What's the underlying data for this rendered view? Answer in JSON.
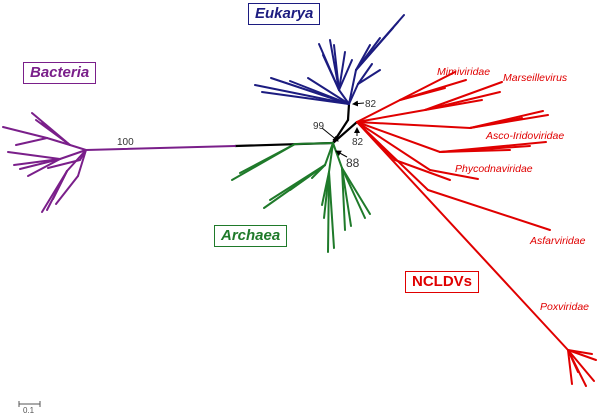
{
  "clades": {
    "eukarya": {
      "label": "Eukarya",
      "color": "#1c1c80"
    },
    "bacteria": {
      "label": "Bacteria",
      "color": "#7a1f8a"
    },
    "archaea": {
      "label": "Archaea",
      "color": "#1f7a2a"
    },
    "ncldvs": {
      "label": "NCLDVs",
      "color": "#e00000"
    }
  },
  "ncldv_families": [
    "Mimiviridae",
    "Marseillevirus",
    "Asco-Iridoviridae",
    "Phycodnaviridae",
    "Asfarviridae",
    "Poxviridae"
  ],
  "bootstrap": {
    "bacteria_stem": "100",
    "archaea_node": "99",
    "archaea_inner": "88",
    "eukarya_node": "82",
    "ncldv_node": "82"
  },
  "scale_bar": {
    "label": "0.1"
  }
}
